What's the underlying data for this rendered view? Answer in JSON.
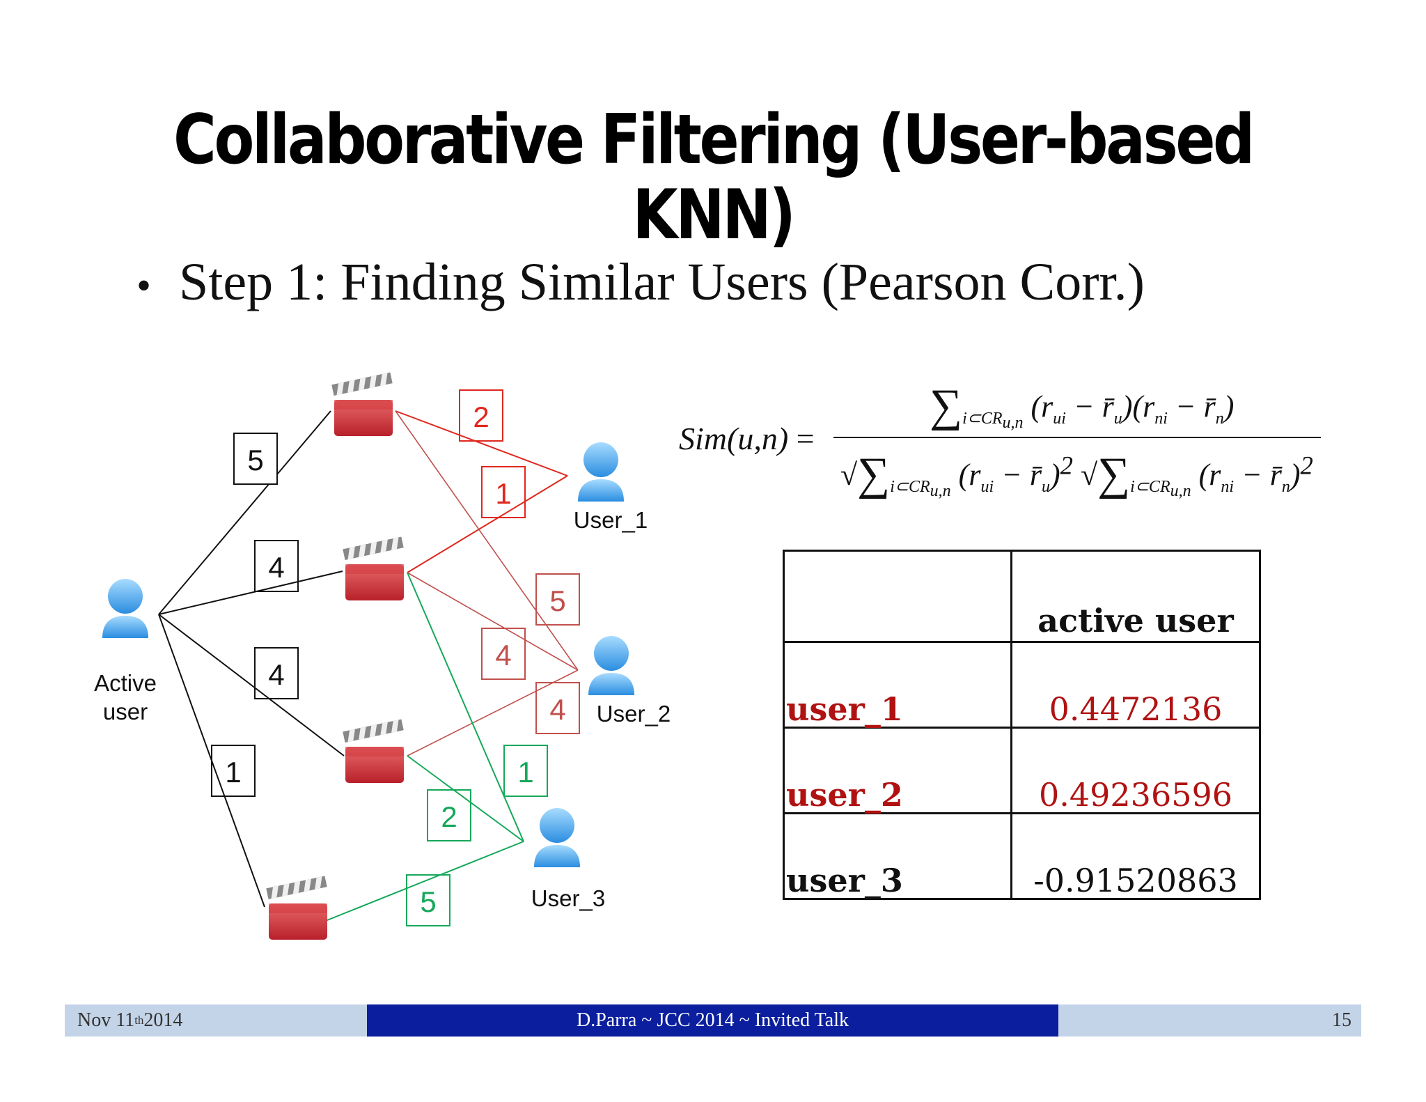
{
  "slide": {
    "title": "Collaborative Filtering (User-based KNN)",
    "bullet": "Step 1: Finding Similar Users (Pearson Corr.)"
  },
  "diagram": {
    "active_user_label_1": "Active",
    "active_user_label_2": "user",
    "user_labels": [
      "User_1",
      "User_2",
      "User_3"
    ],
    "active_ratings": [
      "5",
      "4",
      "4",
      "1"
    ],
    "user1_ratings": [
      "2",
      "1"
    ],
    "user2_ratings": [
      "5",
      "4",
      "4"
    ],
    "user3_ratings": [
      "1",
      "2",
      "5"
    ],
    "colors": {
      "active": "#111111",
      "user1": "#e0271d",
      "user2": "#c0504d",
      "user3": "#16a85a"
    }
  },
  "formula": {
    "lhs_func": "Sim",
    "lhs_args": "(u,n)",
    "equals": " =",
    "sum": "∑",
    "sub": "i⊂CR",
    "sub_uv": "u,n",
    "num_terms": "(r",
    "ui": "ui",
    "minus_ru": " − r̄",
    "u": "u",
    "rn_open": ")(r",
    "ni": "ni",
    "n": "n",
    "close": ")",
    "sq": "2"
  },
  "table": {
    "header": [
      "",
      "active user"
    ],
    "rows": [
      {
        "user": "user_1",
        "value": "0.4472136",
        "color": "#b01212"
      },
      {
        "user": "user_2",
        "value": "0.49236596",
        "color": "#b01212"
      },
      {
        "user": "user_3",
        "value": "-0.91520863",
        "color": "#111111"
      }
    ]
  },
  "footer": {
    "date": "Nov 11",
    "date_sup": "th",
    "year": " 2014",
    "center": "D.Parra ~ JCC 2014 ~ Invited Talk",
    "page": "15"
  }
}
